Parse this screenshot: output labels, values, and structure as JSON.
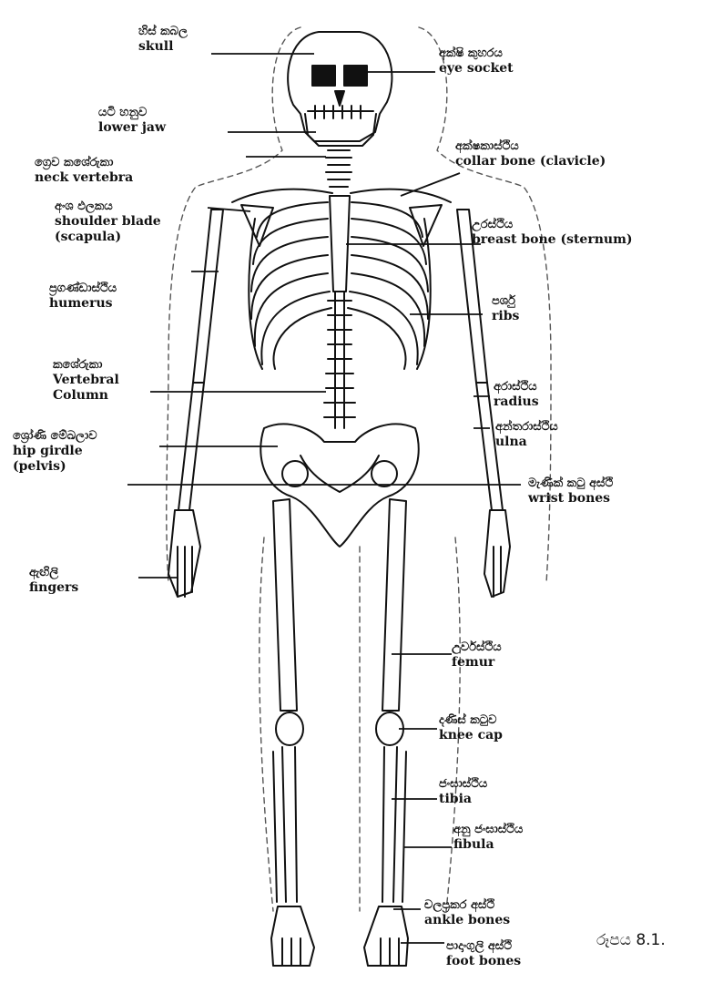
{
  "figure": {
    "caption": "රූපය 8.1.",
    "labels": [
      {
        "id": "skull",
        "si": "හිස් කබල",
        "en": "skull"
      },
      {
        "id": "eye-socket",
        "si": "අක්ෂි කුහරය",
        "en": "eye socket"
      },
      {
        "id": "lower-jaw",
        "si": "යටි හනුව",
        "en": "lower jaw"
      },
      {
        "id": "neck-vertebra",
        "si": "ග්‍රෙව කශේරුකා",
        "en": "neck vertebra"
      },
      {
        "id": "collar-bone",
        "si": "අක්ෂකාස්ථිය",
        "en": "collar bone (clavicle)"
      },
      {
        "id": "shoulder-blade",
        "si": "අංශ ඵලකය",
        "en": "shoulder blade",
        "en2": "(scapula)"
      },
      {
        "id": "breast-bone",
        "si": "උරස්ථිය",
        "en": "breast bone (sternum)"
      },
      {
        "id": "humerus",
        "si": "ප්‍රගණ්ඩාස්ථිය",
        "en": "humerus"
      },
      {
        "id": "ribs",
        "si": "පර්ශු",
        "en": "ribs"
      },
      {
        "id": "vertebral-column",
        "si": "කශේරුකා",
        "en": "Vertebral",
        "en2": "Column"
      },
      {
        "id": "radius",
        "si": "අරාස්ථිය",
        "en": "radius"
      },
      {
        "id": "ulna",
        "si": "අන්තරාස්ථිය",
        "en": "ulna"
      },
      {
        "id": "hip-girdle",
        "si": "ශ්‍රෝණි මේඛලාව",
        "en": "hip girdle",
        "en2": "(pelvis)"
      },
      {
        "id": "wrist-bones",
        "si": "මැණික් කටු අස්ථි",
        "en": "wrist bones"
      },
      {
        "id": "fingers",
        "si": "ඇඟිලි",
        "en": "fingers"
      },
      {
        "id": "femur",
        "si": "උර්වස්ථිය",
        "en": "femur"
      },
      {
        "id": "knee-cap",
        "si": "දණිස් කටුව",
        "en": "knee cap"
      },
      {
        "id": "tibia",
        "si": "ජංඝාස්ථිය",
        "en": "tibia"
      },
      {
        "id": "fibula",
        "si": "අනු ජංඝාස්ථිය",
        "en": "fibula"
      },
      {
        "id": "ankle-bones",
        "si": "චලප්‍රකර අස්ථි",
        "en": "ankle bones"
      },
      {
        "id": "foot-bones",
        "si": "පාදාංගුලි අස්ථි",
        "en": "foot bones"
      }
    ]
  }
}
